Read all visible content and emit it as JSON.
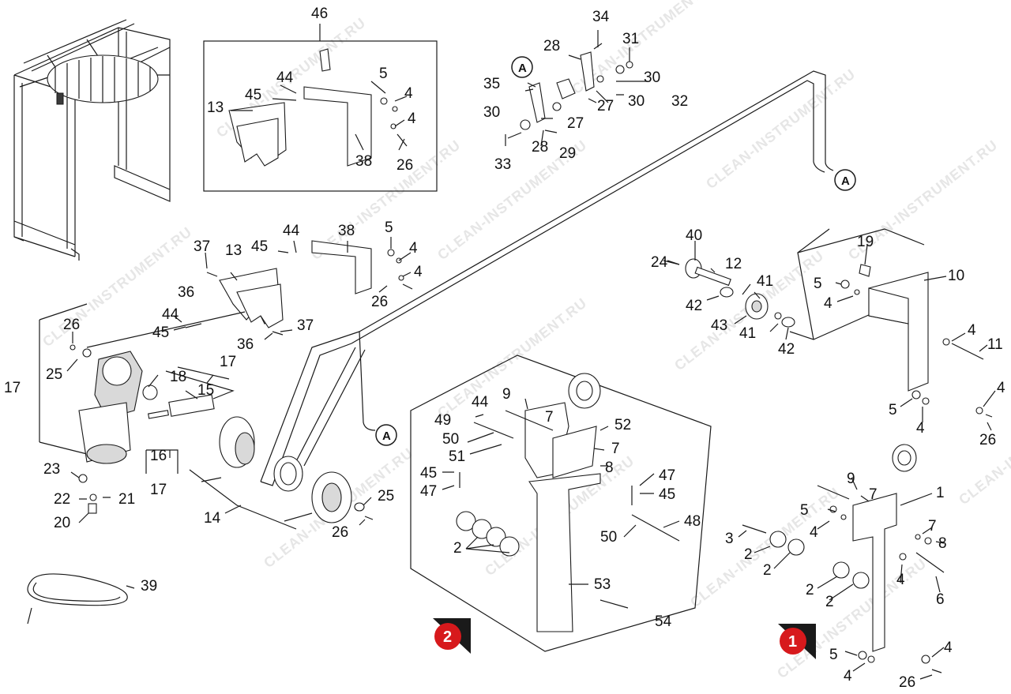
{
  "watermark": "CLEAN-INSTRUMENT.RU",
  "colors": {
    "badge": "#d7191c",
    "line": "#1a1a1a",
    "watermark": "#e6e6e6"
  },
  "callouts": [
    {
      "id": "c46",
      "text": "46"
    },
    {
      "id": "c44a",
      "text": "44"
    },
    {
      "id": "c45a",
      "text": "45"
    },
    {
      "id": "c13a",
      "text": "13"
    },
    {
      "id": "c5a",
      "text": "5"
    },
    {
      "id": "c4a",
      "text": "4"
    },
    {
      "id": "c4b",
      "text": "4"
    },
    {
      "id": "c38a",
      "text": "38"
    },
    {
      "id": "c26a",
      "text": "26"
    },
    {
      "id": "c34",
      "text": "34"
    },
    {
      "id": "c31",
      "text": "31"
    },
    {
      "id": "c28a",
      "text": "28"
    },
    {
      "id": "c30a",
      "text": "30"
    },
    {
      "id": "c35",
      "text": "35"
    },
    {
      "id": "c30b",
      "text": "30"
    },
    {
      "id": "c32",
      "text": "32"
    },
    {
      "id": "c27a",
      "text": "27"
    },
    {
      "id": "c27b",
      "text": "27"
    },
    {
      "id": "c30c",
      "text": "30"
    },
    {
      "id": "c29",
      "text": "29"
    },
    {
      "id": "c28b",
      "text": "28"
    },
    {
      "id": "c33",
      "text": "33"
    },
    {
      "id": "c37a",
      "text": "37"
    },
    {
      "id": "c13b",
      "text": "13"
    },
    {
      "id": "c45b",
      "text": "45"
    },
    {
      "id": "c44b",
      "text": "44"
    },
    {
      "id": "c38b",
      "text": "38"
    },
    {
      "id": "c5b",
      "text": "5"
    },
    {
      "id": "c4c",
      "text": "4"
    },
    {
      "id": "c4d",
      "text": "4"
    },
    {
      "id": "c26b",
      "text": "26"
    },
    {
      "id": "c36a",
      "text": "36"
    },
    {
      "id": "c44c",
      "text": "44"
    },
    {
      "id": "c45c",
      "text": "45"
    },
    {
      "id": "c37b",
      "text": "37"
    },
    {
      "id": "c36b",
      "text": "36"
    },
    {
      "id": "c26c",
      "text": "26"
    },
    {
      "id": "c25a",
      "text": "25"
    },
    {
      "id": "c17a",
      "text": "17"
    },
    {
      "id": "c17b",
      "text": "17"
    },
    {
      "id": "c18",
      "text": "18"
    },
    {
      "id": "c15",
      "text": "15"
    },
    {
      "id": "c16",
      "text": "16"
    },
    {
      "id": "c17c",
      "text": "17"
    },
    {
      "id": "c23",
      "text": "23"
    },
    {
      "id": "c22",
      "text": "22"
    },
    {
      "id": "c21",
      "text": "21"
    },
    {
      "id": "c20",
      "text": "20"
    },
    {
      "id": "c14",
      "text": "14"
    },
    {
      "id": "c25b",
      "text": "25"
    },
    {
      "id": "c26d",
      "text": "26"
    },
    {
      "id": "c39",
      "text": "39"
    },
    {
      "id": "c9a",
      "text": "9"
    },
    {
      "id": "c49",
      "text": "49"
    },
    {
      "id": "c44d",
      "text": "44"
    },
    {
      "id": "c7a",
      "text": "7"
    },
    {
      "id": "c50a",
      "text": "50"
    },
    {
      "id": "c52",
      "text": "52"
    },
    {
      "id": "c51",
      "text": "51"
    },
    {
      "id": "c7b",
      "text": "7"
    },
    {
      "id": "c8a",
      "text": "8"
    },
    {
      "id": "c45d",
      "text": "45"
    },
    {
      "id": "c47a",
      "text": "47"
    },
    {
      "id": "c47b",
      "text": "47"
    },
    {
      "id": "c45e",
      "text": "45"
    },
    {
      "id": "c48",
      "text": "48"
    },
    {
      "id": "c50b",
      "text": "50"
    },
    {
      "id": "c2a",
      "text": "2"
    },
    {
      "id": "c53",
      "text": "53"
    },
    {
      "id": "c54",
      "text": "54"
    },
    {
      "id": "c40",
      "text": "40"
    },
    {
      "id": "c24",
      "text": "24"
    },
    {
      "id": "c12",
      "text": "12"
    },
    {
      "id": "c41a",
      "text": "41"
    },
    {
      "id": "c42a",
      "text": "42"
    },
    {
      "id": "c43",
      "text": "43"
    },
    {
      "id": "c41b",
      "text": "41"
    },
    {
      "id": "c42b",
      "text": "42"
    },
    {
      "id": "c19",
      "text": "19"
    },
    {
      "id": "c10",
      "text": "10"
    },
    {
      "id": "c5c",
      "text": "5"
    },
    {
      "id": "c4e",
      "text": "4"
    },
    {
      "id": "c4f",
      "text": "4"
    },
    {
      "id": "c11",
      "text": "11"
    },
    {
      "id": "c4g",
      "text": "4"
    },
    {
      "id": "c5d",
      "text": "5"
    },
    {
      "id": "c4h",
      "text": "4"
    },
    {
      "id": "c26e",
      "text": "26"
    },
    {
      "id": "c9b",
      "text": "9"
    },
    {
      "id": "c7c",
      "text": "7"
    },
    {
      "id": "c1",
      "text": "1"
    },
    {
      "id": "c5e",
      "text": "5"
    },
    {
      "id": "c4i",
      "text": "4"
    },
    {
      "id": "c3",
      "text": "3"
    },
    {
      "id": "c7d",
      "text": "7"
    },
    {
      "id": "c8b",
      "text": "8"
    },
    {
      "id": "c2b",
      "text": "2"
    },
    {
      "id": "c2c",
      "text": "2"
    },
    {
      "id": "c2d",
      "text": "2"
    },
    {
      "id": "c2e",
      "text": "2"
    },
    {
      "id": "c4j",
      "text": "4"
    },
    {
      "id": "c6",
      "text": "6"
    },
    {
      "id": "c5f",
      "text": "5"
    },
    {
      "id": "c4k",
      "text": "4"
    },
    {
      "id": "c4l",
      "text": "4"
    },
    {
      "id": "c26f",
      "text": "26"
    }
  ],
  "reference_marks": [
    "A",
    "A",
    "A"
  ],
  "badges": [
    "2",
    "1"
  ]
}
